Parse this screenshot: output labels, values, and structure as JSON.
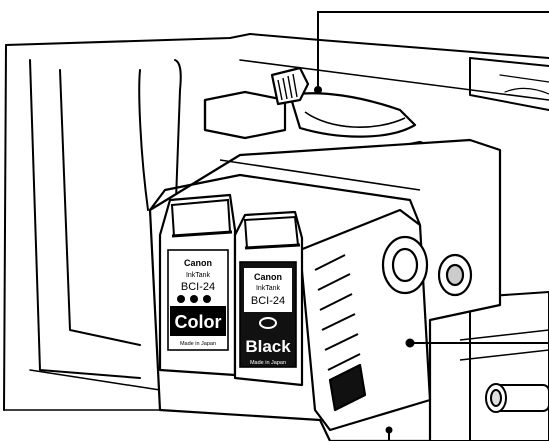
{
  "illustration": {
    "subject": "printer-print-head-with-ink-tanks"
  },
  "cartridge_left": {
    "brand": "Canon",
    "product": "InkTank",
    "model": "BCI-24",
    "type_label": "Color",
    "origin": "Made in Japan"
  },
  "cartridge_right": {
    "brand": "Canon",
    "product": "InkTank",
    "model": "BCI-24",
    "type_label": "Black",
    "origin": "Made in Japan"
  },
  "colors": {
    "line": "#000000",
    "paper": "#ffffff",
    "shade": "#dcdcdc",
    "dark": "#111111"
  }
}
